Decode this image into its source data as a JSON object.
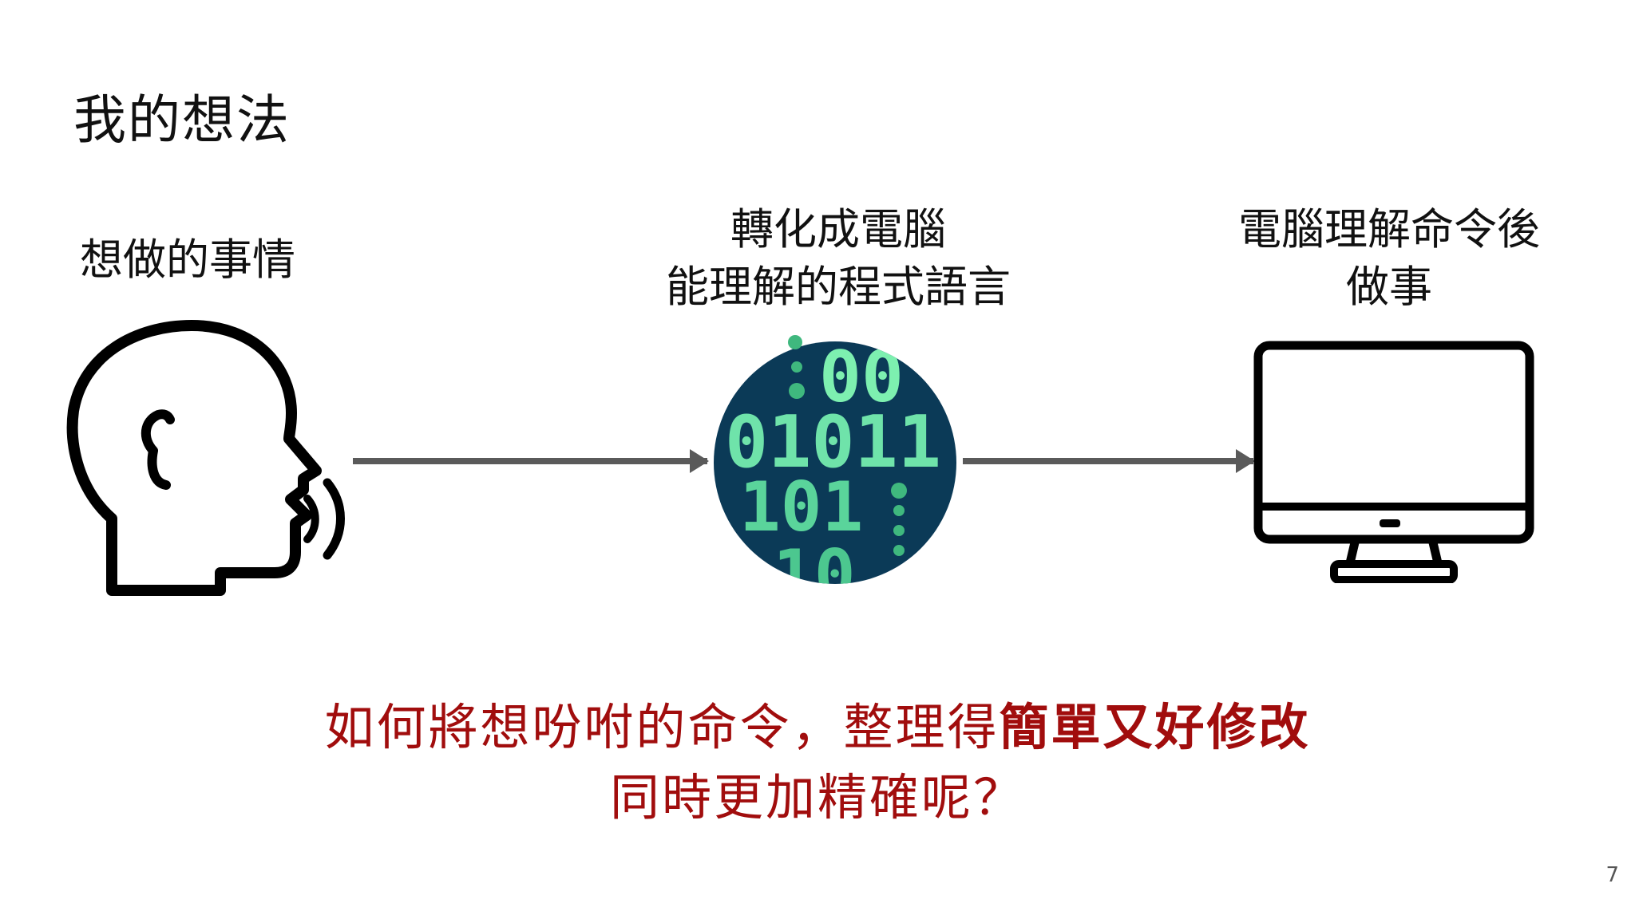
{
  "slide": {
    "title": "我的想法",
    "page_number": "7"
  },
  "steps": [
    {
      "label_line1": "想做的事情",
      "label_line2": ""
    },
    {
      "label_line1": "轉化成電腦",
      "label_line2": "能理解的程式語言"
    },
    {
      "label_line1": "電腦理解命令後",
      "label_line2": "做事"
    }
  ],
  "binary_image": {
    "rows": [
      "00",
      "01011",
      "101",
      "10"
    ]
  },
  "question": {
    "line1_normal": "如何將想吩咐的命令，整理得",
    "line1_bold": "簡單又好修改",
    "line2": "同時更加精確呢？",
    "color": "#a10d0d"
  }
}
